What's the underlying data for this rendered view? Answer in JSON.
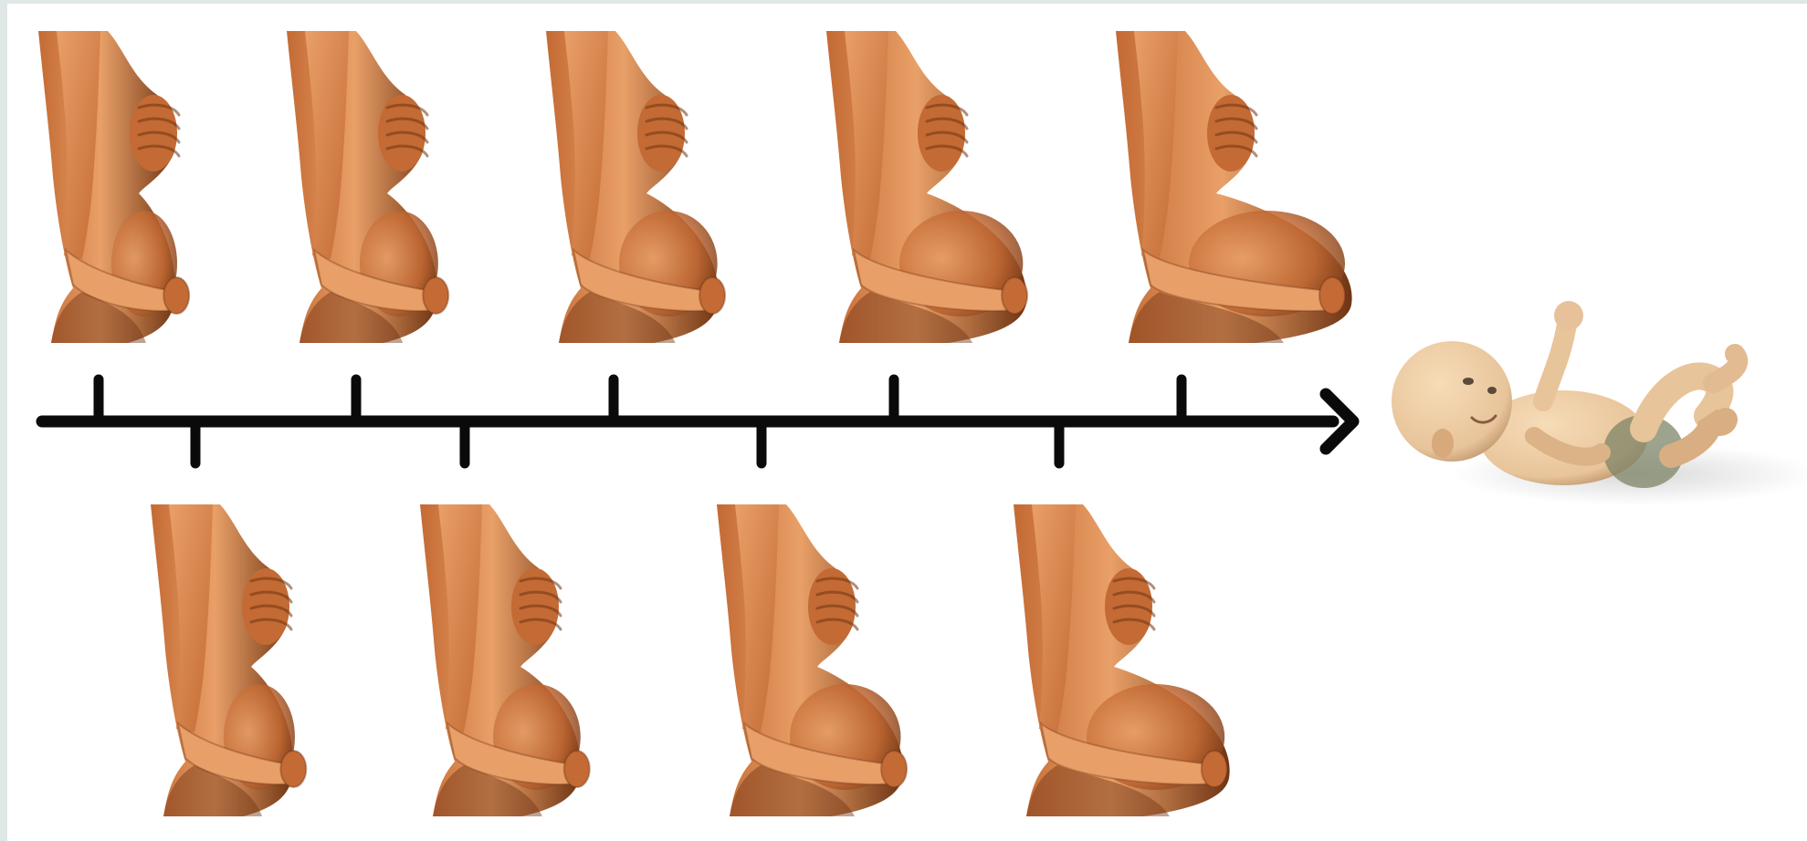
{
  "diagram": {
    "type": "pregnancy-progression-timeline",
    "stages_count": 9,
    "stages": [
      {
        "order": 1,
        "row": "top",
        "bump": 0.0
      },
      {
        "order": 2,
        "row": "bottom",
        "bump": 0.06
      },
      {
        "order": 3,
        "row": "top",
        "bump": 0.14
      },
      {
        "order": 4,
        "row": "bottom",
        "bump": 0.24
      },
      {
        "order": 5,
        "row": "top",
        "bump": 0.36
      },
      {
        "order": 6,
        "row": "bottom",
        "bump": 0.5
      },
      {
        "order": 7,
        "row": "top",
        "bump": 0.64
      },
      {
        "order": 8,
        "row": "bottom",
        "bump": 0.8
      },
      {
        "order": 9,
        "row": "top",
        "bump": 1.0
      }
    ],
    "endpoint": "baby-illustration",
    "icons": {
      "arrow": "arrow-right-icon",
      "figure": "pregnant-torso-illustration",
      "baby": "baby-illustration"
    },
    "colors": {
      "panel": "#ffffff",
      "frame": "#dfe8e6",
      "timeline": "#0a0a0a",
      "skin_light": "#e9a068",
      "skin_mid": "#c46a34",
      "skin_dark": "#6e3413",
      "baby_skin": "#e8c49a",
      "baby_shadow": "#b9b9b9"
    }
  }
}
